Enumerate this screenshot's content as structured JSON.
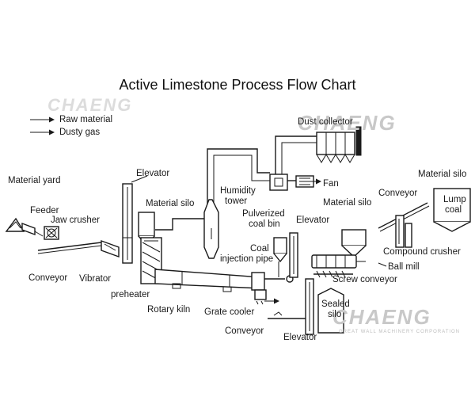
{
  "title": "Active Limestone Process Flow Chart",
  "legend": {
    "raw_material": "Raw material",
    "dusty_gas": "Dusty gas"
  },
  "labels": {
    "dust_collector": "Dust collector",
    "fan": "Fan",
    "material_silo_right": "Material silo",
    "conveyor_right": "Conveyor",
    "lump_coal_line1": "Lump",
    "lump_coal_line2": "coal",
    "material_yard": "Material yard",
    "elevator_left": "Elevator",
    "feeder": "Feeder",
    "material_silo_left": "Material silo",
    "humidity_tower_line1": "Humidity",
    "humidity_tower_line2": "tower",
    "jaw_crusher": "Jaw crusher",
    "material_silo_mid": "Material silo",
    "pulverized_coal_bin_line1": "Pulverized",
    "pulverized_coal_bin_line2": "coal bin",
    "elevator_mid": "Elevator",
    "compound_crusher": "Compound crusher",
    "coal_injection_pipe_line1": "Coal",
    "coal_injection_pipe_line2": "injection pipe",
    "ball_mill": "Ball mill",
    "conveyor_left": "Conveyor",
    "vibrator": "Vibrator",
    "screw_conveyor": "Screw conveyor",
    "preheater": "preheater",
    "rotary_kiln": "Rotary kiln",
    "grate_cooler": "Grate cooler",
    "sealed_silo_line1": "Sealed",
    "sealed_silo_line2": "silo",
    "conveyor_bottom": "Conveyor",
    "elevator_bottom": "Elevator"
  },
  "watermark": {
    "text": "CHAENG",
    "subtext": "GREAT WALL MACHINERY CORPORATION"
  }
}
